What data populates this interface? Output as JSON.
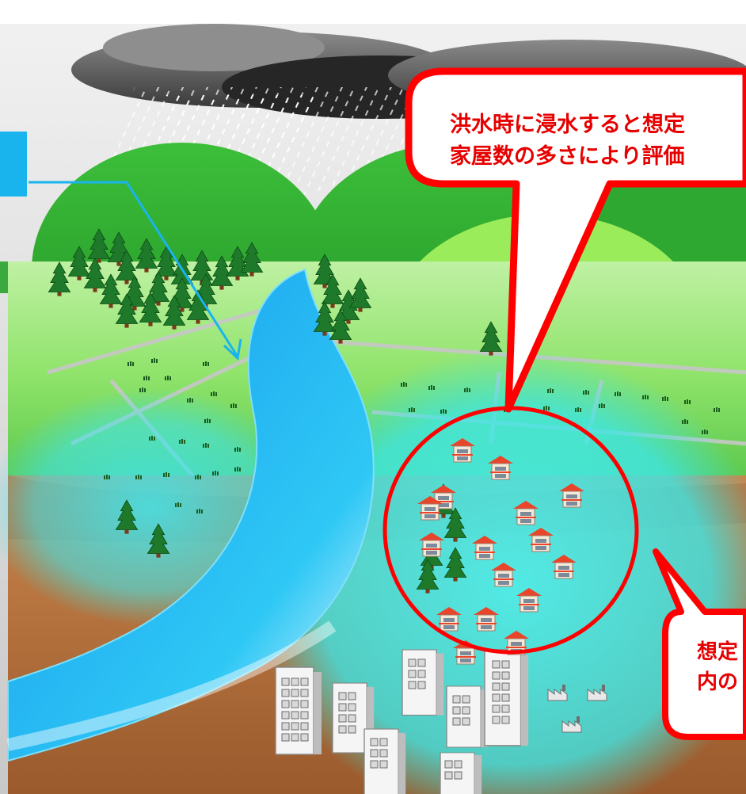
{
  "callouts": {
    "top": {
      "line1": "洪水時に浸水すると想定",
      "line2": "家屋数の多さにより評価"
    },
    "bottom": {
      "line1": "想定",
      "line2": "内の"
    }
  },
  "colors": {
    "callout_border": "#ff0000",
    "callout_text": "#e60000",
    "river_blue": "#1ec8f5",
    "flood_cyan": "#3ee6e6",
    "legend_tab": "#19b4ee",
    "mountain_green": "#3cbf3c",
    "field_green": "#9be86a",
    "ground_brown": "#b0683c",
    "cloud_gray": "#6e6e6e"
  }
}
